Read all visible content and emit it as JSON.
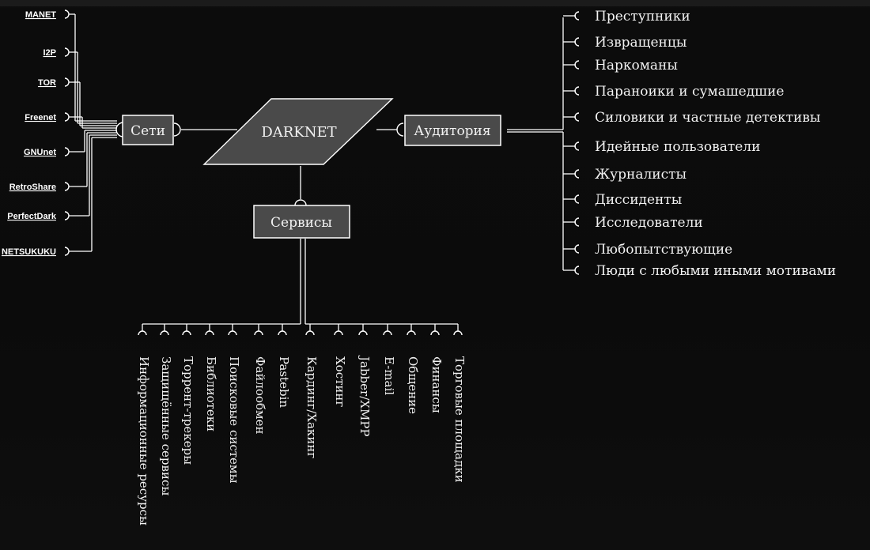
{
  "center": {
    "label": "DARKNET"
  },
  "boxes": {
    "networks": "Сети",
    "audience": "Аудитория",
    "services": "Сервисы"
  },
  "networks": [
    "MANET",
    "I2P",
    "TOR",
    "Freenet",
    "GNUnet",
    "RetroShare",
    "PerfectDark",
    "NETSUKUKU"
  ],
  "audience": [
    "Преступники",
    "Извращенцы",
    "Наркоманы",
    "Параноики и сумашедшие",
    "Силовики и частные детективы",
    "Идейные пользователи",
    "Журналисты",
    "Диссиденты",
    "Исследователи",
    "Любопытствующие",
    "Люди с любыми иными мотивами"
  ],
  "services": [
    "Информационные ресурсы",
    "Защищённые сервисы",
    "Торрент-трекеры",
    "Библиотеки",
    "Поисковые системы",
    "Файлообмен",
    "Pastebin",
    "Кардинг/Хакинг",
    "Хостинг",
    "Jabber/XMPP",
    "E-mail",
    "Общение",
    "Финансы",
    "Торговые площадки"
  ],
  "colors": {
    "background": "#0c0c0c",
    "box": "#4a4a4a",
    "line": "#ffffff"
  }
}
